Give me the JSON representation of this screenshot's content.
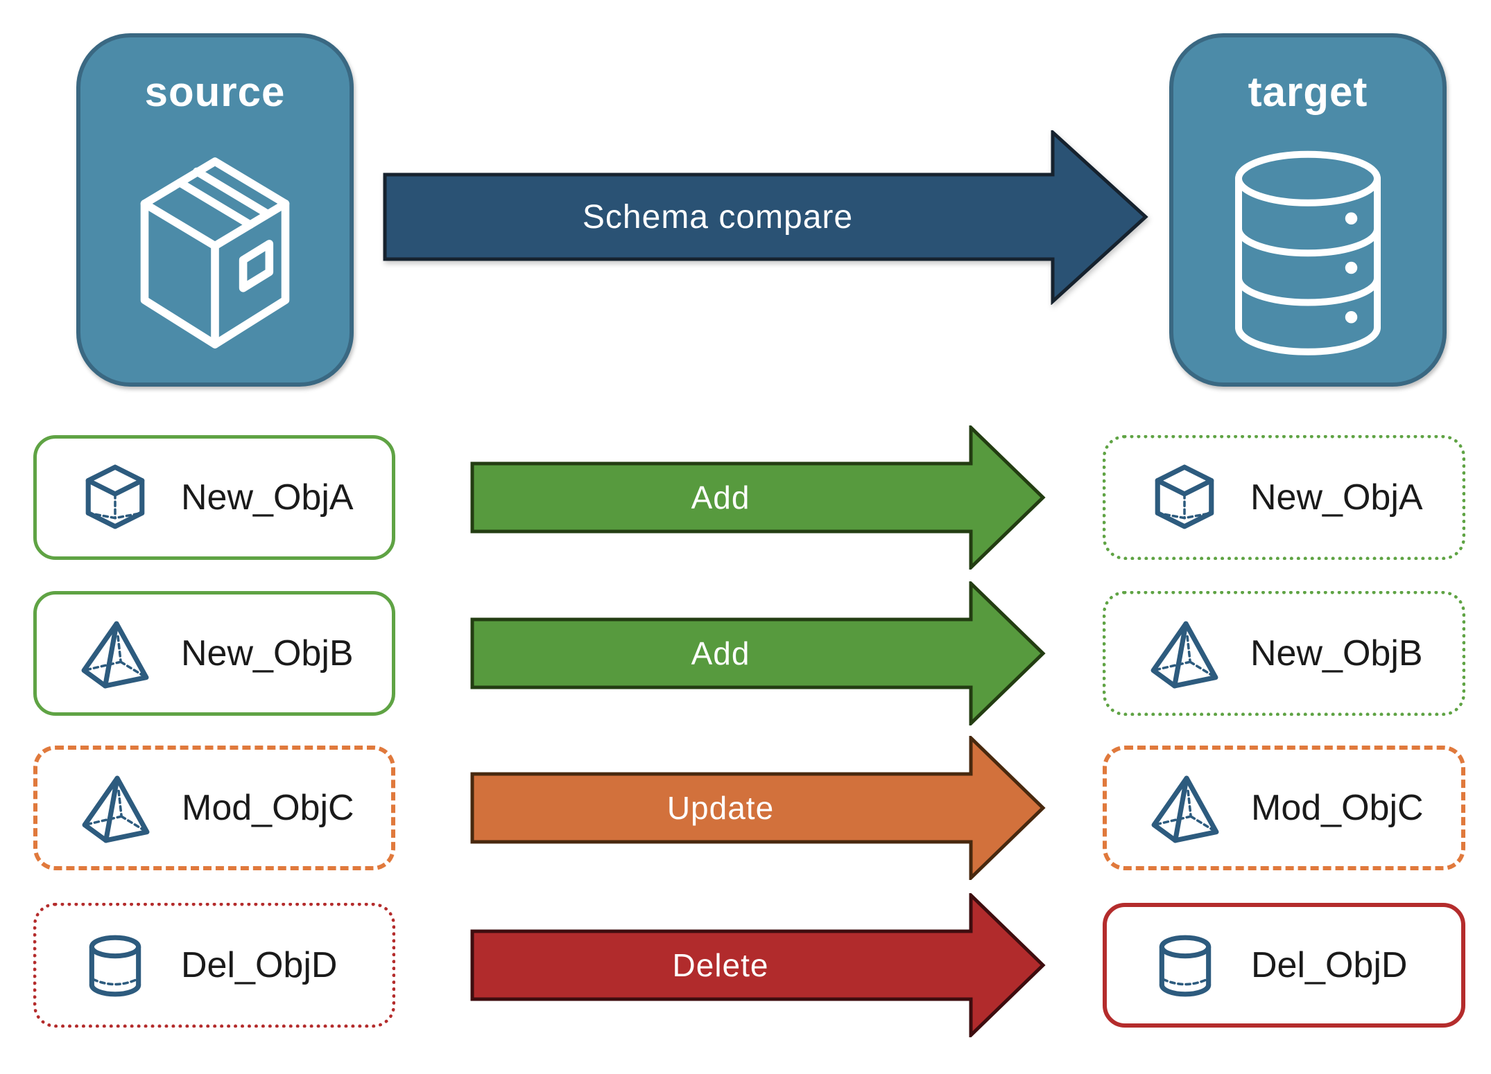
{
  "colors": {
    "panel_fill": "#4C8BA8",
    "panel_border": "#3A6882",
    "schema_fill": "#2A5274",
    "schema_border": "#16222E",
    "green_fill": "#579A3E",
    "green_border": "#233D12",
    "orange_fill": "#D2713C",
    "orange_border": "#48290F",
    "red_fill": "#B12B2C",
    "red_border": "#3E0D0F",
    "box_green": "#5FA344",
    "box_orange": "#E0793C",
    "box_red": "#B42C2C",
    "icon_stroke": "#2D5B7E",
    "label_text": "#1A1A1A"
  },
  "source_panel": {
    "title": "source",
    "icon": "package-icon"
  },
  "target_panel": {
    "title": "target",
    "icon": "database-icon"
  },
  "schema_arrow": {
    "label": "Schema compare"
  },
  "rows": [
    {
      "left": {
        "label": "New_ObjA",
        "icon": "cube-icon",
        "border": "solid-green"
      },
      "arrow": {
        "label": "Add",
        "color": "green"
      },
      "right": {
        "label": "New_ObjA",
        "icon": "cube-icon",
        "border": "dotted-green"
      }
    },
    {
      "left": {
        "label": "New_ObjB",
        "icon": "pyramid-icon",
        "border": "solid-green"
      },
      "arrow": {
        "label": "Add",
        "color": "green"
      },
      "right": {
        "label": "New_ObjB",
        "icon": "pyramid-icon",
        "border": "dotted-green"
      }
    },
    {
      "left": {
        "label": "Mod_ObjC",
        "icon": "pyramid-icon",
        "border": "dashed-orange"
      },
      "arrow": {
        "label": "Update",
        "color": "orange"
      },
      "right": {
        "label": "Mod_ObjC",
        "icon": "pyramid-icon",
        "border": "dashed-orange"
      }
    },
    {
      "left": {
        "label": "Del_ObjD",
        "icon": "cylinder-icon",
        "border": "dotted-red"
      },
      "arrow": {
        "label": "Delete",
        "color": "red"
      },
      "right": {
        "label": "Del_ObjD",
        "icon": "cylinder-icon",
        "border": "solid-red"
      }
    }
  ]
}
